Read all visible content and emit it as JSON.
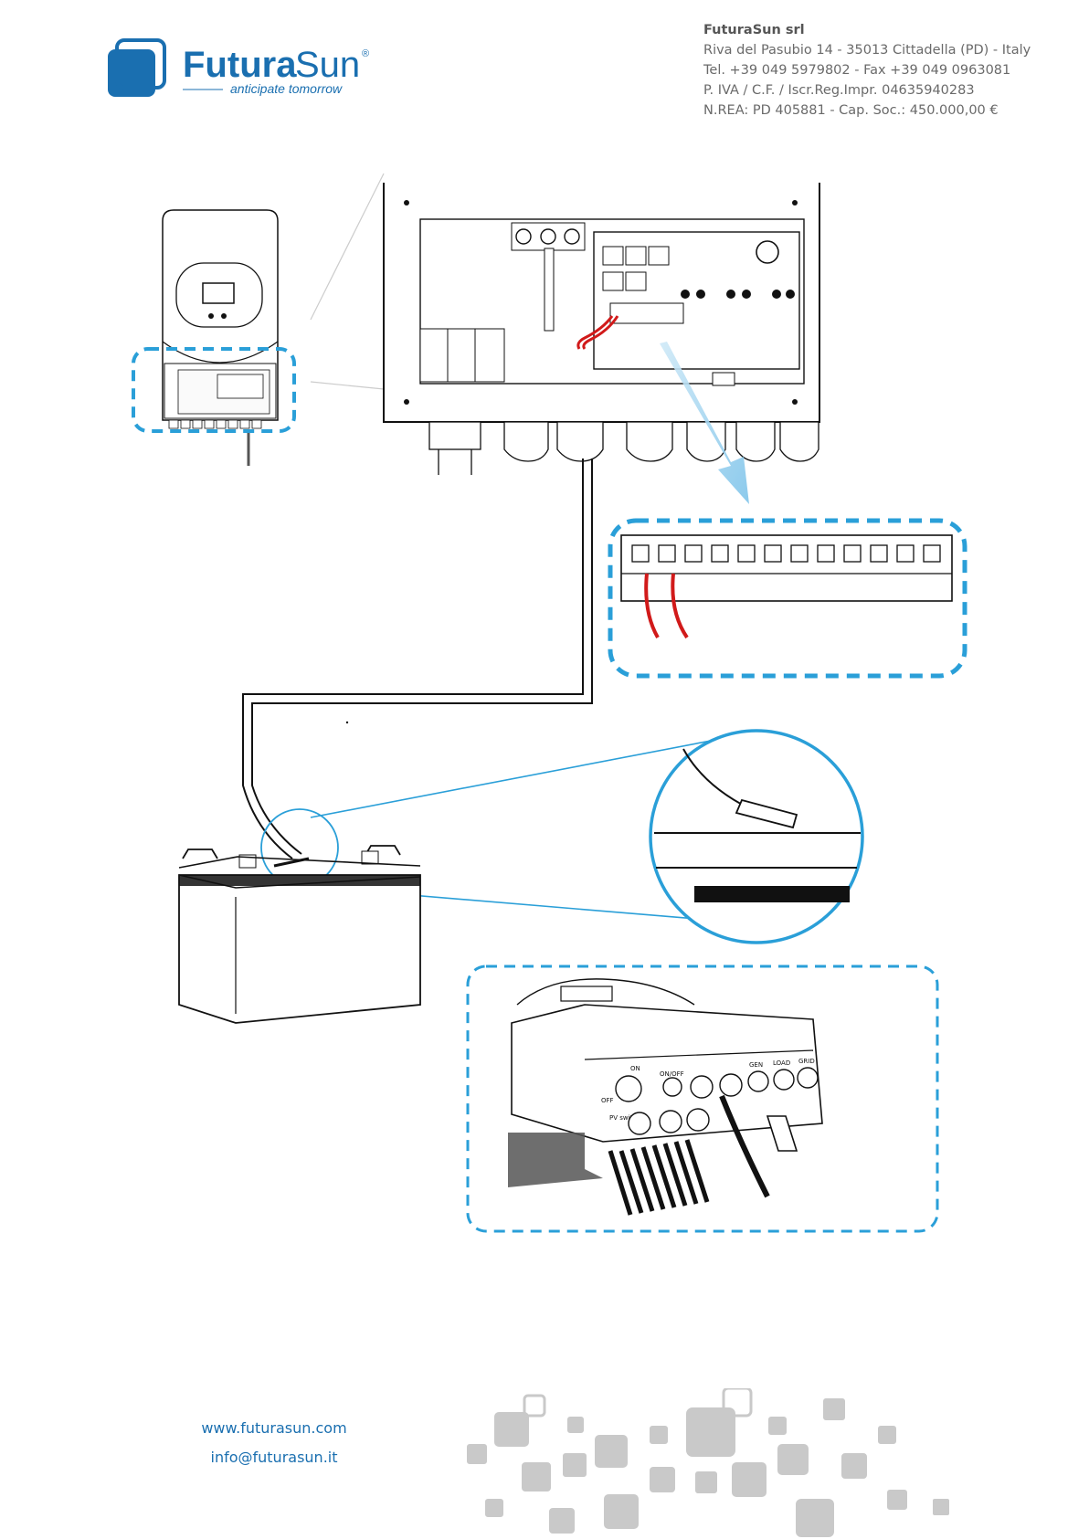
{
  "header": {
    "logo_text_main": "Futura",
    "logo_text_accent": "Sun",
    "logo_registered": "®",
    "logo_tagline": "anticipate tomorrow",
    "company_name": "FuturaSun srl",
    "address": "Riva del Pasubio 14 - 35013 Cittadella (PD) - Italy",
    "phone": "Tel. +39 049 5979802 - Fax +39 049 0963081",
    "vat": "P. IVA / C.F. / Iscr.Reg.Impr. 04635940283",
    "rea": "N.REA: PD 405881 - Cap. Soc.: 450.000,00 €"
  },
  "footer": {
    "website": "www.futurasun.com",
    "email": "info@futurasun.it"
  },
  "inverter_labels": {
    "off": "OFF",
    "on": "ON",
    "on_off": "ON/OFF",
    "pv_switch": "PV switch",
    "gen": "GEN",
    "load": "LOAD",
    "grid": "GRID"
  },
  "colors": {
    "brand_blue": "#1a6fb0",
    "callout_blue": "#2a9fd8",
    "wire_red": "#d11a1a",
    "line_black": "#111111",
    "footer_grey": "#c9c9c9"
  }
}
